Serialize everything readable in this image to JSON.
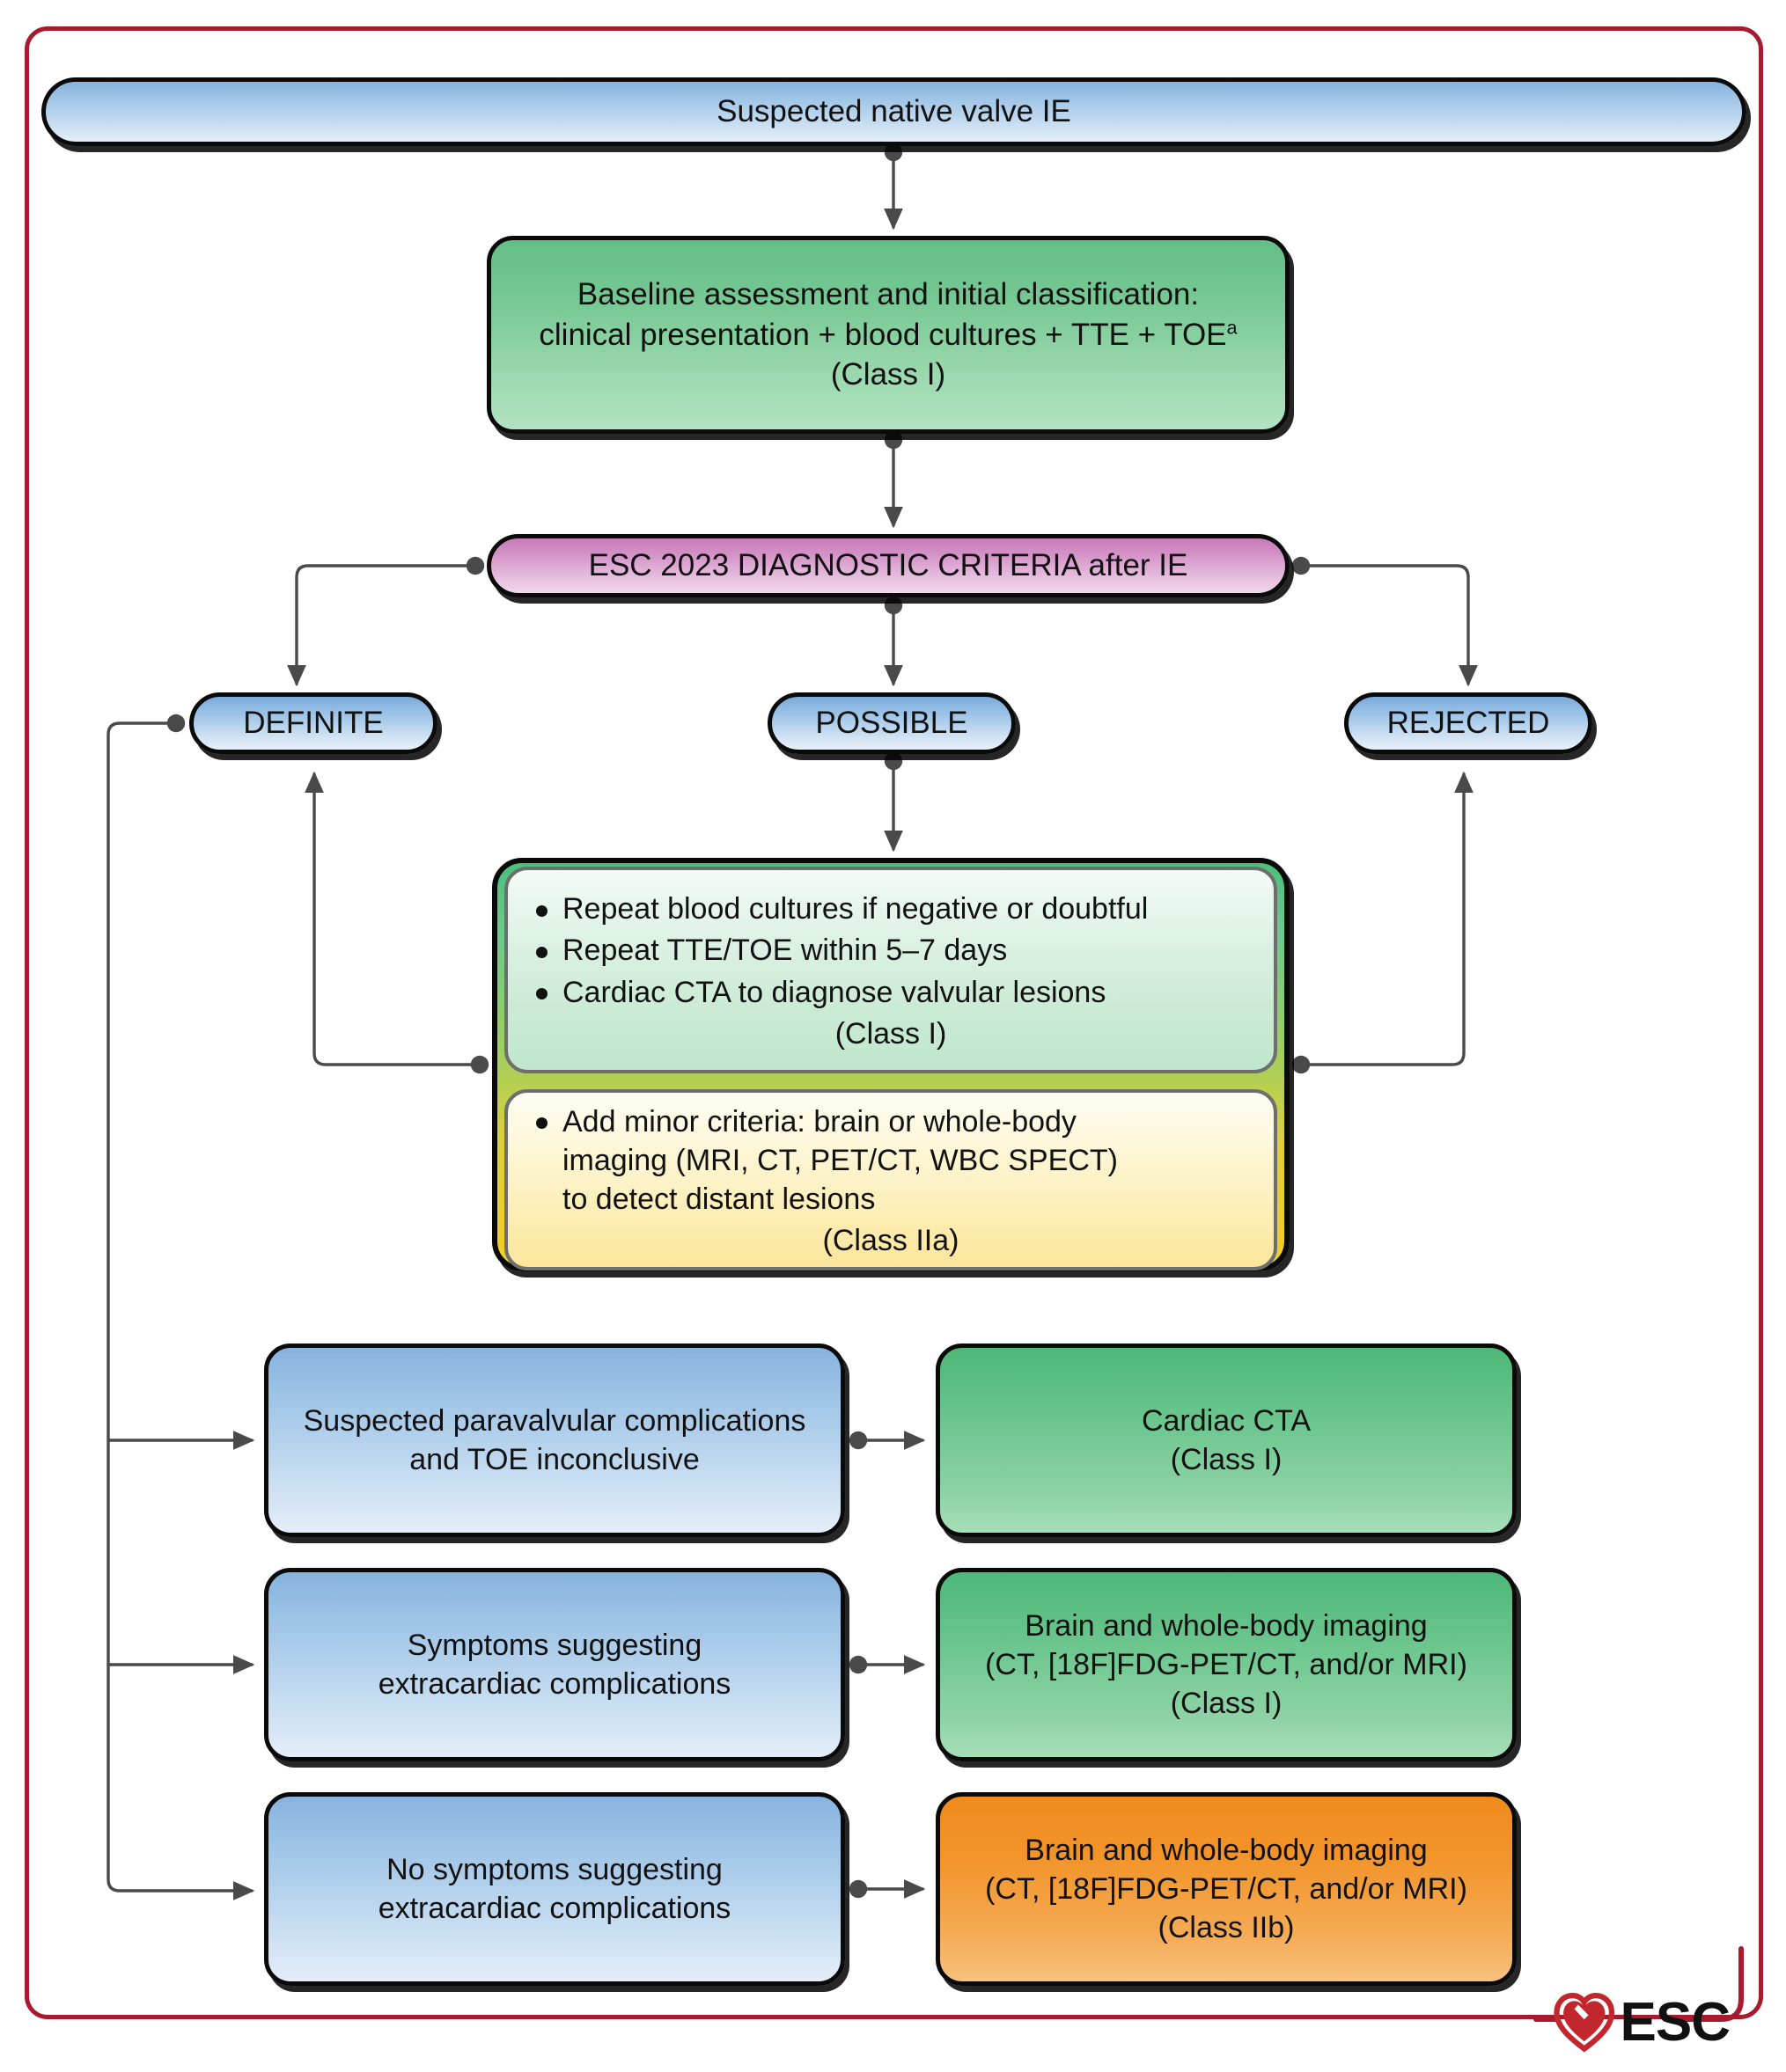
{
  "diagram": {
    "title": "Suspected native valve IE diagnostic algorithm",
    "frame_color": "#a81a2e"
  },
  "nodes": {
    "suspected": {
      "label": "Suspected native valve IE",
      "color": "#9dc3e6"
    },
    "baseline": {
      "line1": "Baseline assessment and initial classification:",
      "line2_pre": "clinical presentation + blood cultures + TTE + TOE",
      "line2_sup": "a",
      "line3": "(Class I)",
      "color": "#79c995"
    },
    "esc_criteria": {
      "label": "ESC 2023 DIAGNOSTIC CRITERIA after IE",
      "color": "#d493c7"
    },
    "definite": {
      "label": "DEFINITE",
      "color": "#9dc3e6"
    },
    "possible": {
      "label": "POSSIBLE",
      "color": "#9dc3e6"
    },
    "rejected": {
      "label": "REJECTED",
      "color": "#9dc3e6"
    },
    "green_actions": {
      "bullets": [
        "Repeat blood cultures if negative or doubtful",
        "Repeat TTE/TOE within 5–7  days",
        "Cardiac CTA to diagnose valvular lesions"
      ],
      "class_label": "(Class I)",
      "color": "#cfecd9"
    },
    "yellow_actions": {
      "bullet_line1": "Add minor criteria:  brain or whole-body",
      "bullet_line2": "imaging (MRI, CT, PET/CT, WBC SPECT)",
      "bullet_line3": "to detect distant lesions",
      "class_label": "(Class IIa)",
      "color": "#fcecb0"
    },
    "paravalvular": {
      "line1": "Suspected paravalvular complications",
      "line2": "and TOE inconclusive",
      "color": "#9dc3e6"
    },
    "cardiac_cta": {
      "line1": "Cardiac CTA",
      "line2": "(Class I)",
      "color": "#6cc68e"
    },
    "symptoms": {
      "line1": "Symptoms suggesting",
      "line2": "extracardiac complications",
      "color": "#9dc3e6"
    },
    "brain_imaging_class1": {
      "line1": "Brain and whole-body imaging",
      "line2": "(CT, [18F]FDG-PET/CT, and/or MRI)",
      "line3": "(Class I)",
      "color": "#6cc68e"
    },
    "no_symptoms": {
      "line1": "No symptoms suggesting",
      "line2": "extracardiac complications",
      "color": "#9dc3e6"
    },
    "brain_imaging_class2b": {
      "line1": "Brain and whole-body imaging",
      "line2": "(CT, [18F]FDG-PET/CT, and/or MRI)",
      "line3": "(Class IIb)",
      "color": "#f2952c"
    }
  },
  "logo": {
    "text": "ESC",
    "heart_color": "#c1272d"
  }
}
